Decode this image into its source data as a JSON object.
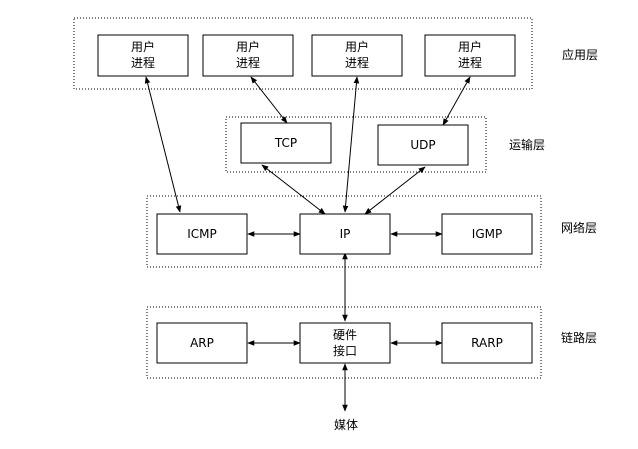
{
  "layers": {
    "application": "应用层",
    "transport": "运输层",
    "network": "网络层",
    "link": "链路层"
  },
  "nodes": {
    "app_process": {
      "line1": "用户",
      "line2": "进程"
    },
    "tcp": "TCP",
    "udp": "UDP",
    "icmp": "ICMP",
    "ip": "IP",
    "igmp": "IGMP",
    "arp": "ARP",
    "hw_interface": {
      "line1": "硬件",
      "line2": "接口"
    },
    "rarp": "RARP",
    "media": "媒体"
  }
}
